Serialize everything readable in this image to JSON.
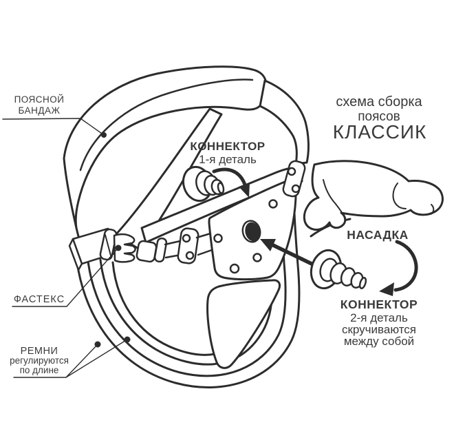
{
  "colors": {
    "line": "#2c2c2c",
    "text": "#3a3a3a",
    "background": "#ffffff"
  },
  "title": {
    "line1": "схема сборка",
    "line2": "поясов",
    "line3": "КЛАССИК"
  },
  "labels": {
    "waist_band": {
      "line1": "ПОЯСНОЙ",
      "line2": "БАНДАЖ"
    },
    "connector_1": {
      "line1": "КОННЕКТОР",
      "line2": "1-я деталь"
    },
    "attachment": {
      "line1": "НАСАДКА"
    },
    "connector_2": {
      "line1": "КОННЕКТОР",
      "line2": "2-я деталь",
      "line3": "скручиваются",
      "line4": "между собой"
    },
    "fastex": {
      "line1": "ФАСТЕКС"
    },
    "straps": {
      "line1": "РЕМНИ",
      "line2": "регулируются",
      "line3": "по длине"
    }
  }
}
